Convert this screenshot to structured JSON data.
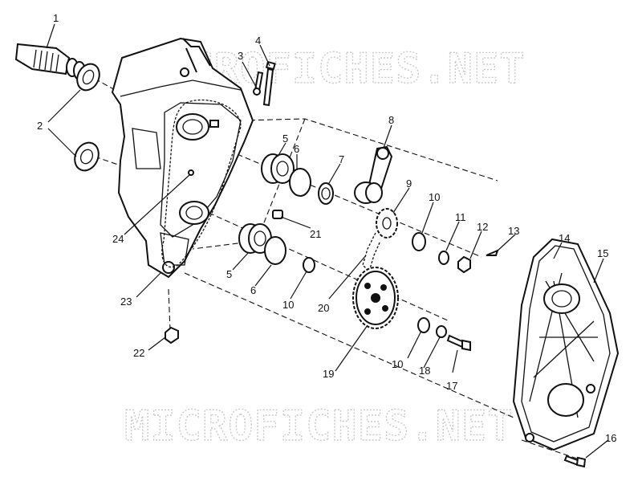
{
  "watermark": {
    "text": "MICROFICHES.NET"
  },
  "callouts": [
    "1",
    "2",
    "3",
    "4",
    "5",
    "6",
    "7",
    "8",
    "9",
    "10",
    "11",
    "12",
    "13",
    "14",
    "15",
    "16",
    "17",
    "18",
    "19",
    "20",
    "21",
    "22",
    "23",
    "24"
  ]
}
